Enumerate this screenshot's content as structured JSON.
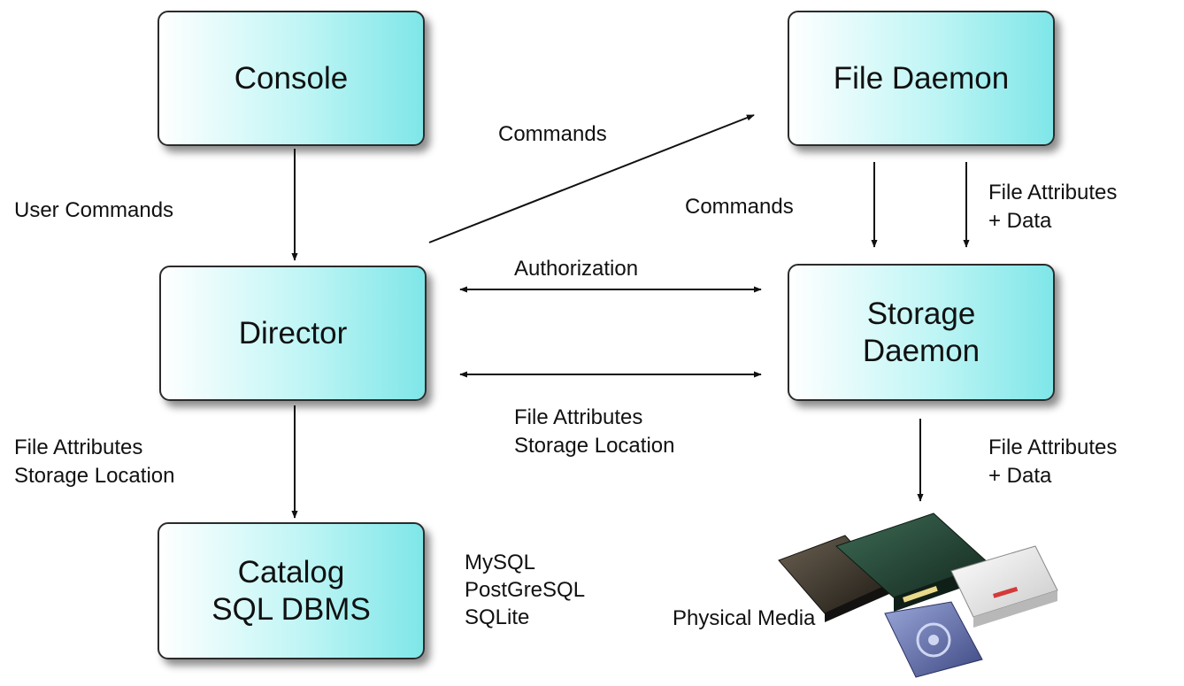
{
  "nodes": {
    "console": [
      "Console"
    ],
    "file_daemon": [
      "File Daemon"
    ],
    "director": [
      "Director"
    ],
    "storage_daemon": [
      "Storage",
      "Daemon"
    ],
    "catalog": [
      "Catalog",
      "SQL DBMS"
    ]
  },
  "edge_labels": {
    "user_commands": [
      "User Commands"
    ],
    "commands_dir_fd": [
      "Commands"
    ],
    "commands_fd_sd": [
      "Commands"
    ],
    "file_attributes_data_fd_sd": [
      "File Attributes",
      "+ Data"
    ],
    "authorization": [
      "Authorization"
    ],
    "file_attributes_storage_location_dir_sd": [
      "File Attributes",
      "Storage Location"
    ],
    "file_attributes_storage_location_dir_catalog": [
      "File Attributes",
      "Storage Location"
    ],
    "file_attributes_data_sd_media": [
      "File Attributes",
      "+ Data"
    ]
  },
  "catalog_backends": [
    "MySQL",
    "PostGreSQL",
    "SQLite"
  ],
  "media_label": "Physical Media",
  "colors": {
    "node_fill_start": "#ffffff",
    "node_fill_end": "#7fe6e8",
    "border": "#2b2b2b",
    "edge": "#111111"
  }
}
